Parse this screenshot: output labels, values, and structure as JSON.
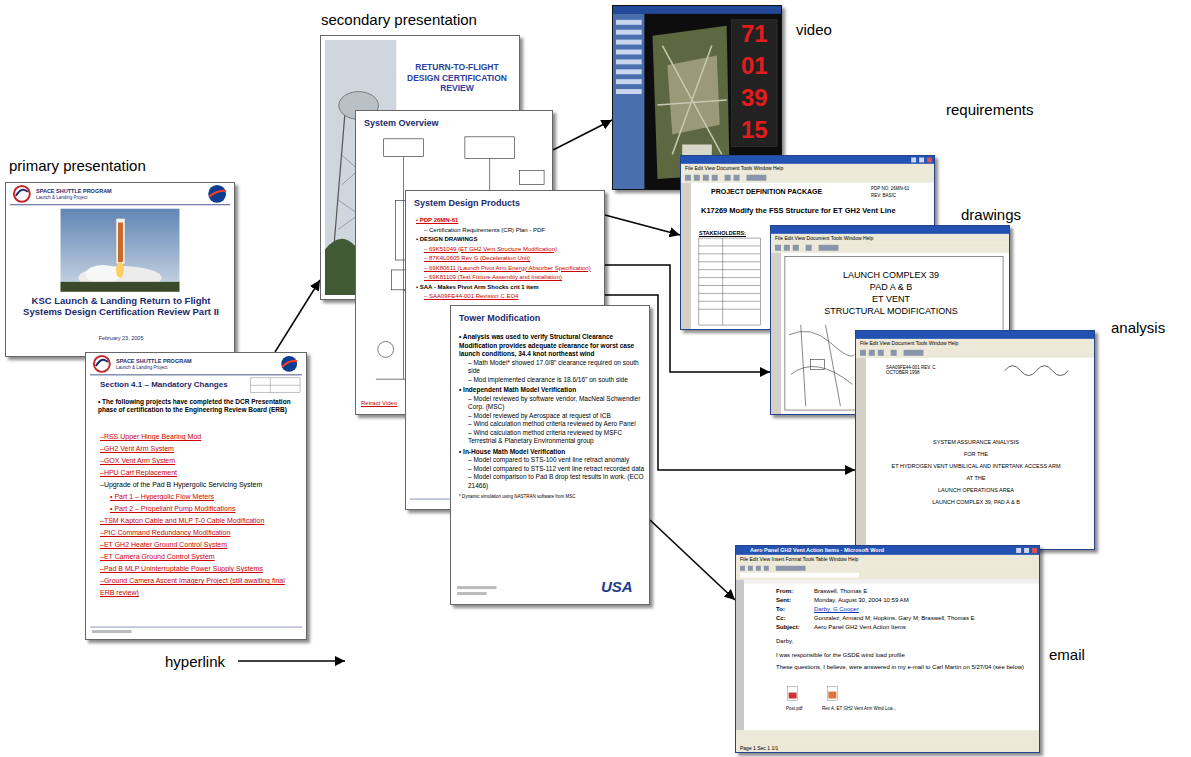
{
  "diagram": {
    "nodes": [
      {
        "text": [
          "primary presentation",
          "SPACE SHUTTLE PROGRAM",
          "Launch & Landing Project",
          "KSC Launch & Landing Return to Flight Systems Design Certification Review Part II",
          "February 23, 2005"
        ]
      },
      {
        "text": [
          "SPACE SHUTTLE PROGRAM",
          "Launch & Landing Project",
          "Section 4.1 – Mandatory Changes",
          "• The following projects have completed the DCR Presentation phase of certification to the Engineering Review Board (ERB)",
          "–RSS Upper Hinge Bearing Mod",
          "–GH2 Vent Arm System",
          "–GOX Vent Arm System",
          "–HPU Cart Replacement",
          "–Upgrade of the Pad B Hypergolic Servicing System",
          "• Part 1 – Hypergolic Flow Meters",
          "• Part 2 – Propellant Pump Modifications",
          "–TSM Kapton Cable and MLP T-0 Cable Modification",
          "–PIC Command Redundancy Modification",
          "–ET GH2 Heater Ground Control System",
          "–ET Camera Ground Control System",
          "–Pad B MLP Uninterruptable Power Supply Systems",
          "–Ground Camera Ascent Imagery Project (still awaiting final ERB review)"
        ]
      },
      {
        "text": [
          "secondary presentation",
          "RETURN-TO-FLIGHT DESIGN CERTIFICATION REVIEW"
        ]
      },
      {
        "text": [
          "System Overview",
          "Retract Video"
        ]
      },
      {
        "text": [
          "System Design Products",
          "• PDP 26MN-61",
          "– Certification Requirements (CR) Plan - PDF",
          "• DESIGN DRAWINGS",
          "– 69K51049 (ET GH2 Vent Structure Modification)",
          "– 87K4L0605 Rev G (Deceleration Unit)",
          "– 69K80611 (Launch Pivot Arm Energy Absorber Specification)",
          "– 69K81109 (Test Fixture Assembly and Installation)",
          "• SAA - Makes Pivot Arm Shocks crit 1 item",
          "– SAA09FE44-001 Revision C EO4"
        ]
      },
      {
        "text": [
          "Tower Modification",
          "• Analysis was used to verify Structural Clearance Modification provides adequate clearance for worst case launch conditions, 34.4 knot northeast wind",
          "– Math Model* showed 17.0/8\" clearance required on south side",
          "– Mod implemented clearance is 18.6/16\" on south side",
          "• Independent Math Model Verification",
          "– Model reviewed by software vendor, MacNeal Schwendler Corp. (MSC)",
          "– Model reviewed by Aerospace at request of ICB",
          "– Wind calculation method criteria reviewed by Aero Panel",
          "– Wind calculation method criteria reviewed by MSFC Terrestrial & Planetary Environmental group",
          "• In-House Math Model Verification",
          "– Model compared to STS-100 vent line retract anomaly",
          "– Model compared to STS-112 vent line retract recorded data",
          "– Model comparison to Pad B drop test results in work. (ECO 21466)",
          "* Dynamic simulation using NASTRAN software from MSC",
          "USA"
        ]
      },
      {
        "text": [
          "video",
          "71",
          "01",
          "39",
          "15"
        ]
      },
      {
        "text": [
          "requirements",
          "File Edit View Document Tools Window Help",
          "PROJECT DEFINITION PACKAGE",
          "PDP NO: 26MN-61",
          "REV: BASIC",
          "K17269 Modify the FSS Structure for ET GH2 Vent Line",
          "STAKEHOLDERS:"
        ]
      },
      {
        "text": [
          "drawings",
          "File Edit View Document Tools Window Help",
          "LAUNCH COMPLEX 39",
          "PAD A & B",
          "ET VENT",
          "STRUCTURAL MODIFICATIONS"
        ]
      },
      {
        "text": [
          "analysis",
          "File Edit View Document Tools Window Help",
          "SAA09FE44-001 REV. C OCTOBER 1998",
          "SYSTEM ASSURANCE ANALYSIS",
          "FOR THE",
          "ET HYDROGEN VENT UMBILICAL AND INTERTANK ACCESS ARM",
          "AT THE",
          "LAUNCH OPERATIONS AREA",
          "LAUNCH COMPLEX 39, PAD A & B"
        ]
      },
      {
        "text": [
          "email",
          "Aero Panel GH2 Vent Action Items - Microsoft Word",
          "File Edit View Insert Format Tools Table Window Help",
          "From:",
          "Braswell, Thomas E",
          "Sent:",
          "Monday, August 30, 2004 10:59 AM",
          "To:",
          "Darby, G Cooper",
          "Cc:",
          "Gonzalez, Armand M; Hopkins, Gary M; Braswell, Thomas E",
          "Subject:",
          "Aero Panel GH2 Vent Action Items",
          "Darby,",
          "I was responsible for the GSDE wind load profile",
          "These questions, I believe, were answered in my e-mail to Carl Martin on 5/27/04 (see below)",
          "Post.pdf",
          "Rev A. ET GH2 Vent Arm Wind Loa...",
          "Page 1 Sec 1 1/1"
        ]
      }
    ],
    "edges": [
      {
        "from": 1,
        "to": 2,
        "arrow": "to"
      },
      {
        "from": 3,
        "to": 6,
        "arrow": "to"
      },
      {
        "from": 4,
        "to": 7,
        "arrow": "to"
      },
      {
        "from": 4,
        "to": 8,
        "arrow": "to"
      },
      {
        "from": 4,
        "to": 9,
        "arrow": "to"
      },
      {
        "from": 5,
        "to": 10,
        "arrow": "to"
      }
    ],
    "legend": [
      {
        "text": "hyperlink"
      }
    ]
  }
}
